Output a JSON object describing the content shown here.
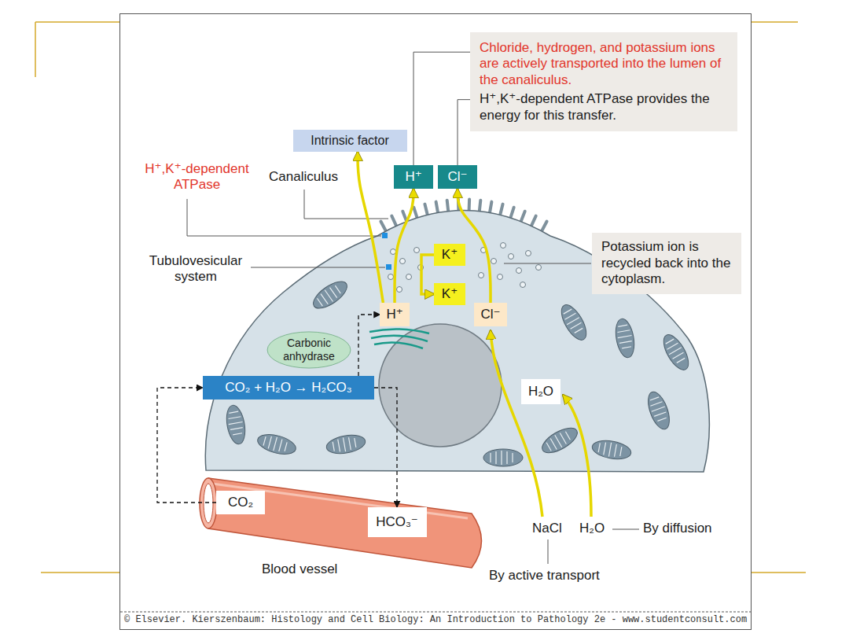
{
  "diagram": {
    "nodes": [
      {
        "text": [
          "Chloride, hydrogen, and potassium ions are actively transported into the lumen of the canaliculus.",
          "H⁺,K⁺-dependent ATPase provides the energy for this transfer."
        ]
      },
      {
        "text": [
          "Intrinsic factor"
        ]
      },
      {
        "text": [
          "H⁺"
        ]
      },
      {
        "text": [
          "Cl⁻"
        ]
      },
      {
        "text": [
          "Potassium ion is recycled back into the cytoplasm."
        ]
      },
      {
        "text": [
          "K⁺"
        ]
      },
      {
        "text": [
          "K⁺"
        ]
      },
      {
        "text": [
          "H⁺"
        ]
      },
      {
        "text": [
          "Cl⁻"
        ]
      },
      {
        "text": [
          "Carbonic anhydrase"
        ]
      },
      {
        "text": [
          "CO₂ + H₂O → H₂CO₃"
        ]
      },
      {
        "text": [
          "H₂O"
        ]
      },
      {
        "text": [
          "CO₂"
        ]
      },
      {
        "text": [
          "HCO₃⁻"
        ]
      }
    ],
    "edges": [
      {
        "from": 0,
        "to": 2,
        "arrow": "none"
      },
      {
        "from": 0,
        "to": 3,
        "arrow": "none"
      },
      {
        "from": 5,
        "to": 6,
        "arrow": "to"
      },
      {
        "from": 7,
        "to": 2,
        "arrow": "to"
      },
      {
        "from": 8,
        "to": 3,
        "arrow": "to"
      },
      {
        "from": 7,
        "to": 1,
        "arrow": "to"
      },
      {
        "from": 12,
        "to": 10,
        "arrow": "to"
      },
      {
        "from": 10,
        "to": 7,
        "arrow": "to"
      },
      {
        "from": 10,
        "to": 13,
        "arrow": "to"
      }
    ],
    "labels": [
      "H⁺,K⁺-dependent ATPase",
      "Canaliculus",
      "Tubulovesicular system",
      "Blood vessel",
      "NaCl",
      "H₂O",
      "By diffusion",
      "By active transport",
      "© Elsevier. Kierszenbaum: Histology and Cell Biology: An Introduction to Pathology 2e - www.studentconsult.com"
    ]
  }
}
